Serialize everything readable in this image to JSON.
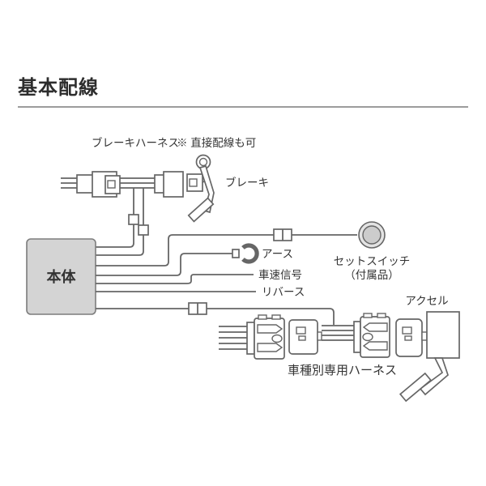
{
  "page": {
    "title": "基本配線"
  },
  "labels": {
    "brake_harness": "ブレーキハーネス",
    "direct_wiring_note": "※ 直接配線も可",
    "brake": "ブレーキ",
    "main_unit": "本体",
    "ground": "アース",
    "vehicle_speed_signal": "車速信号",
    "reverse": "リバース",
    "set_switch": "セットスイッチ",
    "set_switch_note": "（付属品）",
    "accelerator": "アクセル",
    "vehicle_specific_harness": "車種別専用ハーネス"
  },
  "colors": {
    "line": "#666666",
    "text": "#333333",
    "title": "#2d2d2d",
    "rule": "#9c9c9c",
    "unit-fill": "#d4d4d4",
    "switch-outer-fill": "#e3e3e3",
    "switch-inner-fill": "#cccccc"
  }
}
